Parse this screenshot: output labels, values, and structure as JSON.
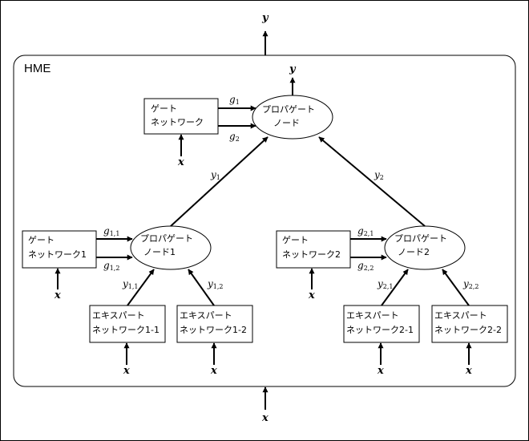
{
  "title": "HME",
  "gate_top": [
    "ゲート",
    "ネットワーク"
  ],
  "prop_top": [
    "プロパゲート",
    "ノード"
  ],
  "gate_1": [
    "ゲート",
    "ネットワーク1"
  ],
  "prop_1": [
    "プロパゲート",
    "ノード1"
  ],
  "gate_2": [
    "ゲート",
    "ネットワーク2"
  ],
  "prop_2": [
    "プロパゲート",
    "ノード2"
  ],
  "expert_11": [
    "エキスパート",
    "ネットワーク1-1"
  ],
  "expert_12": [
    "エキスパート",
    "ネットワーク1-2"
  ],
  "expert_21": [
    "エキスパート",
    "ネットワーク2-1"
  ],
  "expert_22": [
    "エキスパート",
    "ネットワーク2-2"
  ],
  "input_symbol": "x",
  "output_symbol": "y",
  "sym_g": "g",
  "sym_y": "y",
  "sub": {
    "g1": "1",
    "g2": "2",
    "y1": "1",
    "y2": "2",
    "g11": "1,1",
    "g12": "1,2",
    "g21": "2,1",
    "g22": "2,2",
    "y11": "1,1",
    "y12": "1,2",
    "y21": "2,1",
    "y22": "2,2"
  }
}
